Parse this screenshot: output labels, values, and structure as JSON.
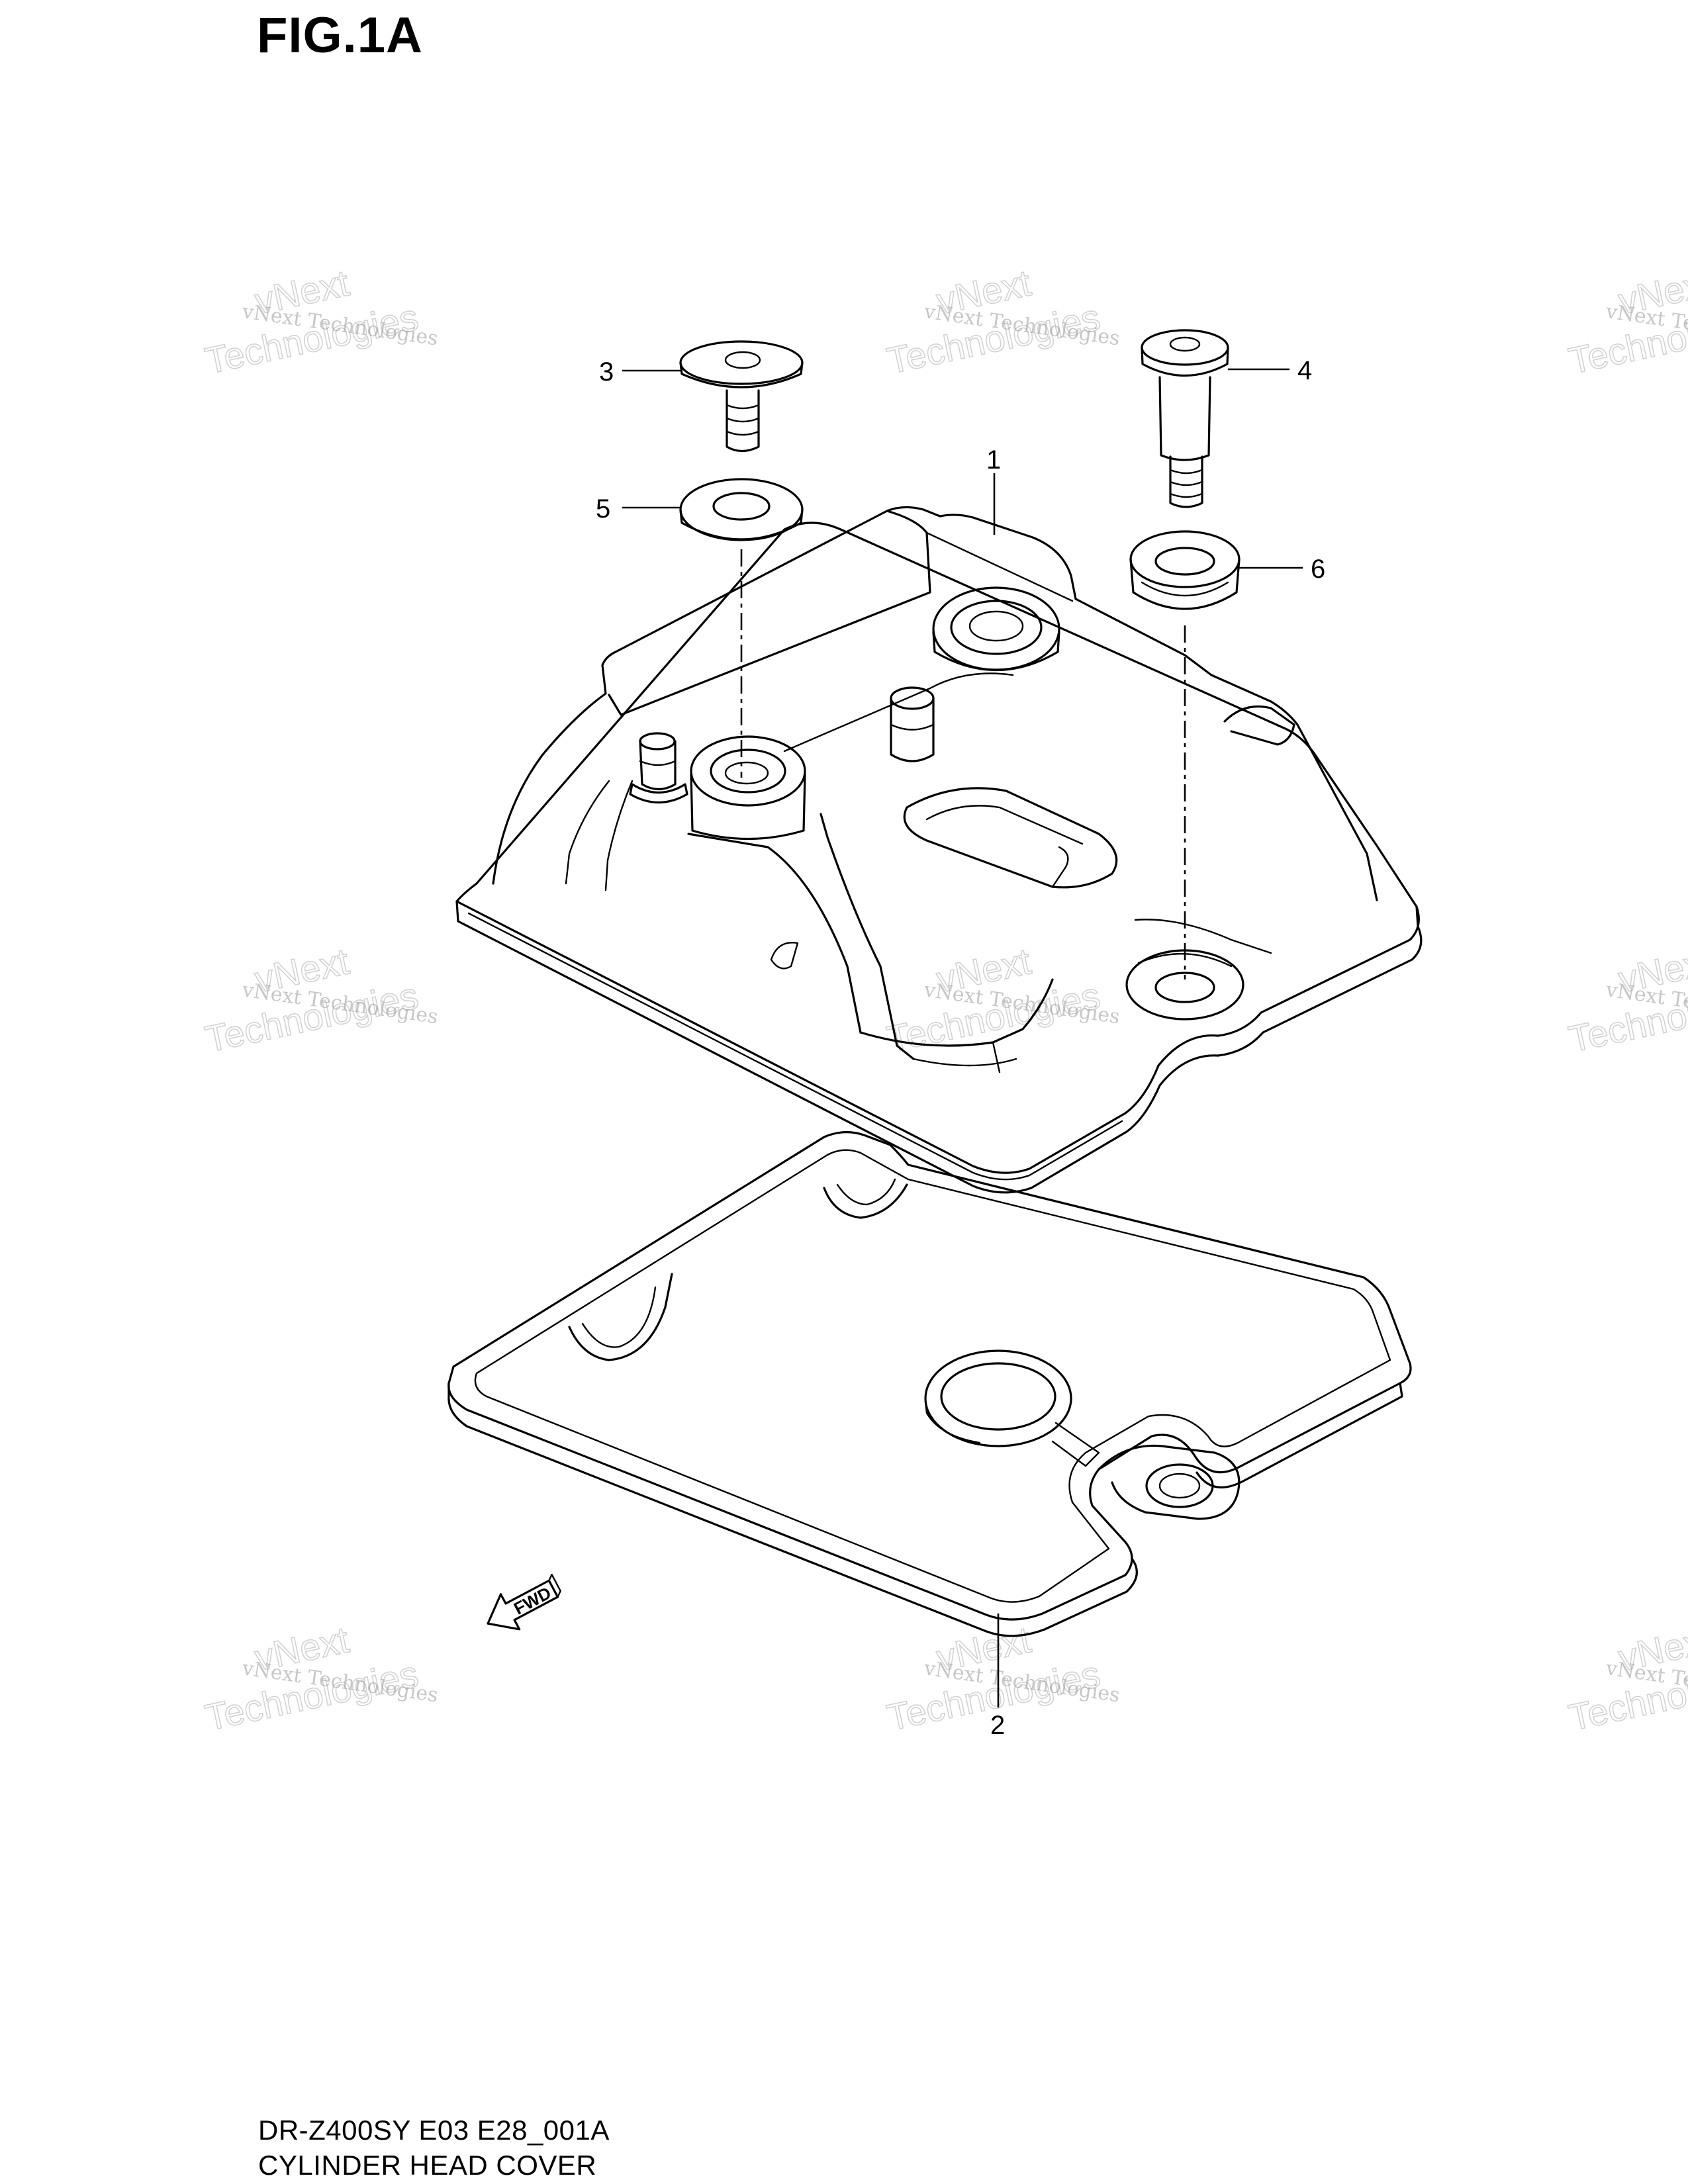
{
  "figure": {
    "title": "FIG.1A",
    "code": "DR-Z400SY E03 E28_001A",
    "name": "CYLINDER HEAD COVER"
  },
  "callouts": [
    "1",
    "2",
    "3",
    "4",
    "5",
    "6"
  ],
  "fwd_label": "FWD",
  "watermark": {
    "line1": "vNext Technologies",
    "line2": "Technologies",
    "line3": "vNext"
  }
}
